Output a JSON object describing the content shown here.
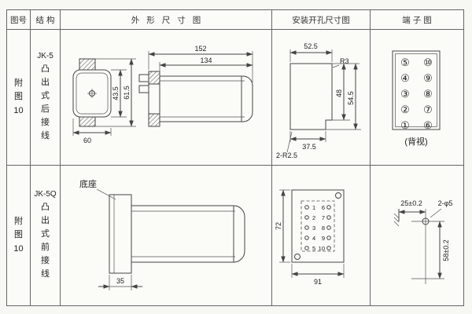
{
  "page": {
    "paper": "#f7f7f3",
    "ink": "#444444"
  },
  "headers": {
    "fig_no": "图号",
    "structure": "结构",
    "outline": "外形尺寸图",
    "mounting": "安装开孔尺寸图",
    "terminal": "端子图"
  },
  "row1": {
    "fig_label": "附图10",
    "model": "JK-5",
    "structure_text": "凸出式后接线",
    "outline": {
      "dim_152": "152",
      "dim_134": "134",
      "dim_61_5": "61.5",
      "dim_43_5": "43.5",
      "dim_60": "60"
    },
    "mounting": {
      "dim_52_5": "52.5",
      "r3": "R3",
      "dim_48": "48",
      "dim_54_5": "54.5",
      "dim_37_5": "37.5",
      "corner_note": "2-R2.5"
    },
    "terminal": {
      "left_col": [
        "⑤",
        "④",
        "③",
        "②",
        "①"
      ],
      "right_col": [
        "⑩",
        "⑨",
        "⑧",
        "⑦",
        "⑥"
      ],
      "caption": "(背视)"
    }
  },
  "row2": {
    "fig_label": "附图10",
    "model": "JK-5Q",
    "structure_text": "凸出式前接线",
    "outline": {
      "base_label": "底座",
      "dim_35": "35"
    },
    "mounting": {
      "dim_72": "72",
      "dim_91": "91",
      "left_terminals": [
        "1",
        "2",
        "3",
        "4",
        "5"
      ],
      "right_terminals": [
        "6",
        "7",
        "8",
        "9",
        "10"
      ]
    },
    "terminal": {
      "dim_25": "25±0.2",
      "hole_note": "2-φ5",
      "dim_58": "58±0.2"
    }
  }
}
